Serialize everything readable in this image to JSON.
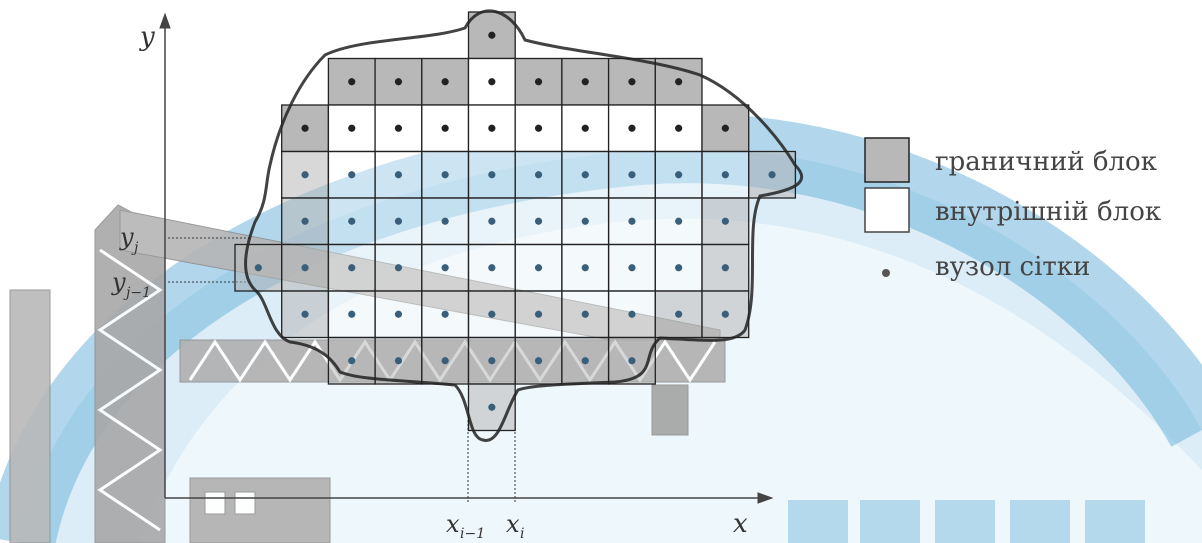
{
  "diagram": {
    "axes": {
      "x_label": "x",
      "y_label": "y",
      "x_ticks": [
        "x",
        "i−1",
        "x",
        "i"
      ],
      "y_ticks": [
        "y",
        "j",
        "y",
        "j−1"
      ]
    },
    "legend": [
      {
        "kind": "boundary",
        "label": "граничний блок",
        "color": "#b8b8b8"
      },
      {
        "kind": "interior",
        "label": "внутрішній блок",
        "color": "#ffffff"
      },
      {
        "kind": "node",
        "label": "вузол сітки",
        "color": "#555555"
      }
    ],
    "colors": {
      "boundary_fill": "#b8b8b8",
      "watermark_blue": "#5aa9d6",
      "watermark_gray": "#9a9a9a",
      "grid_line": "#222222"
    }
  }
}
